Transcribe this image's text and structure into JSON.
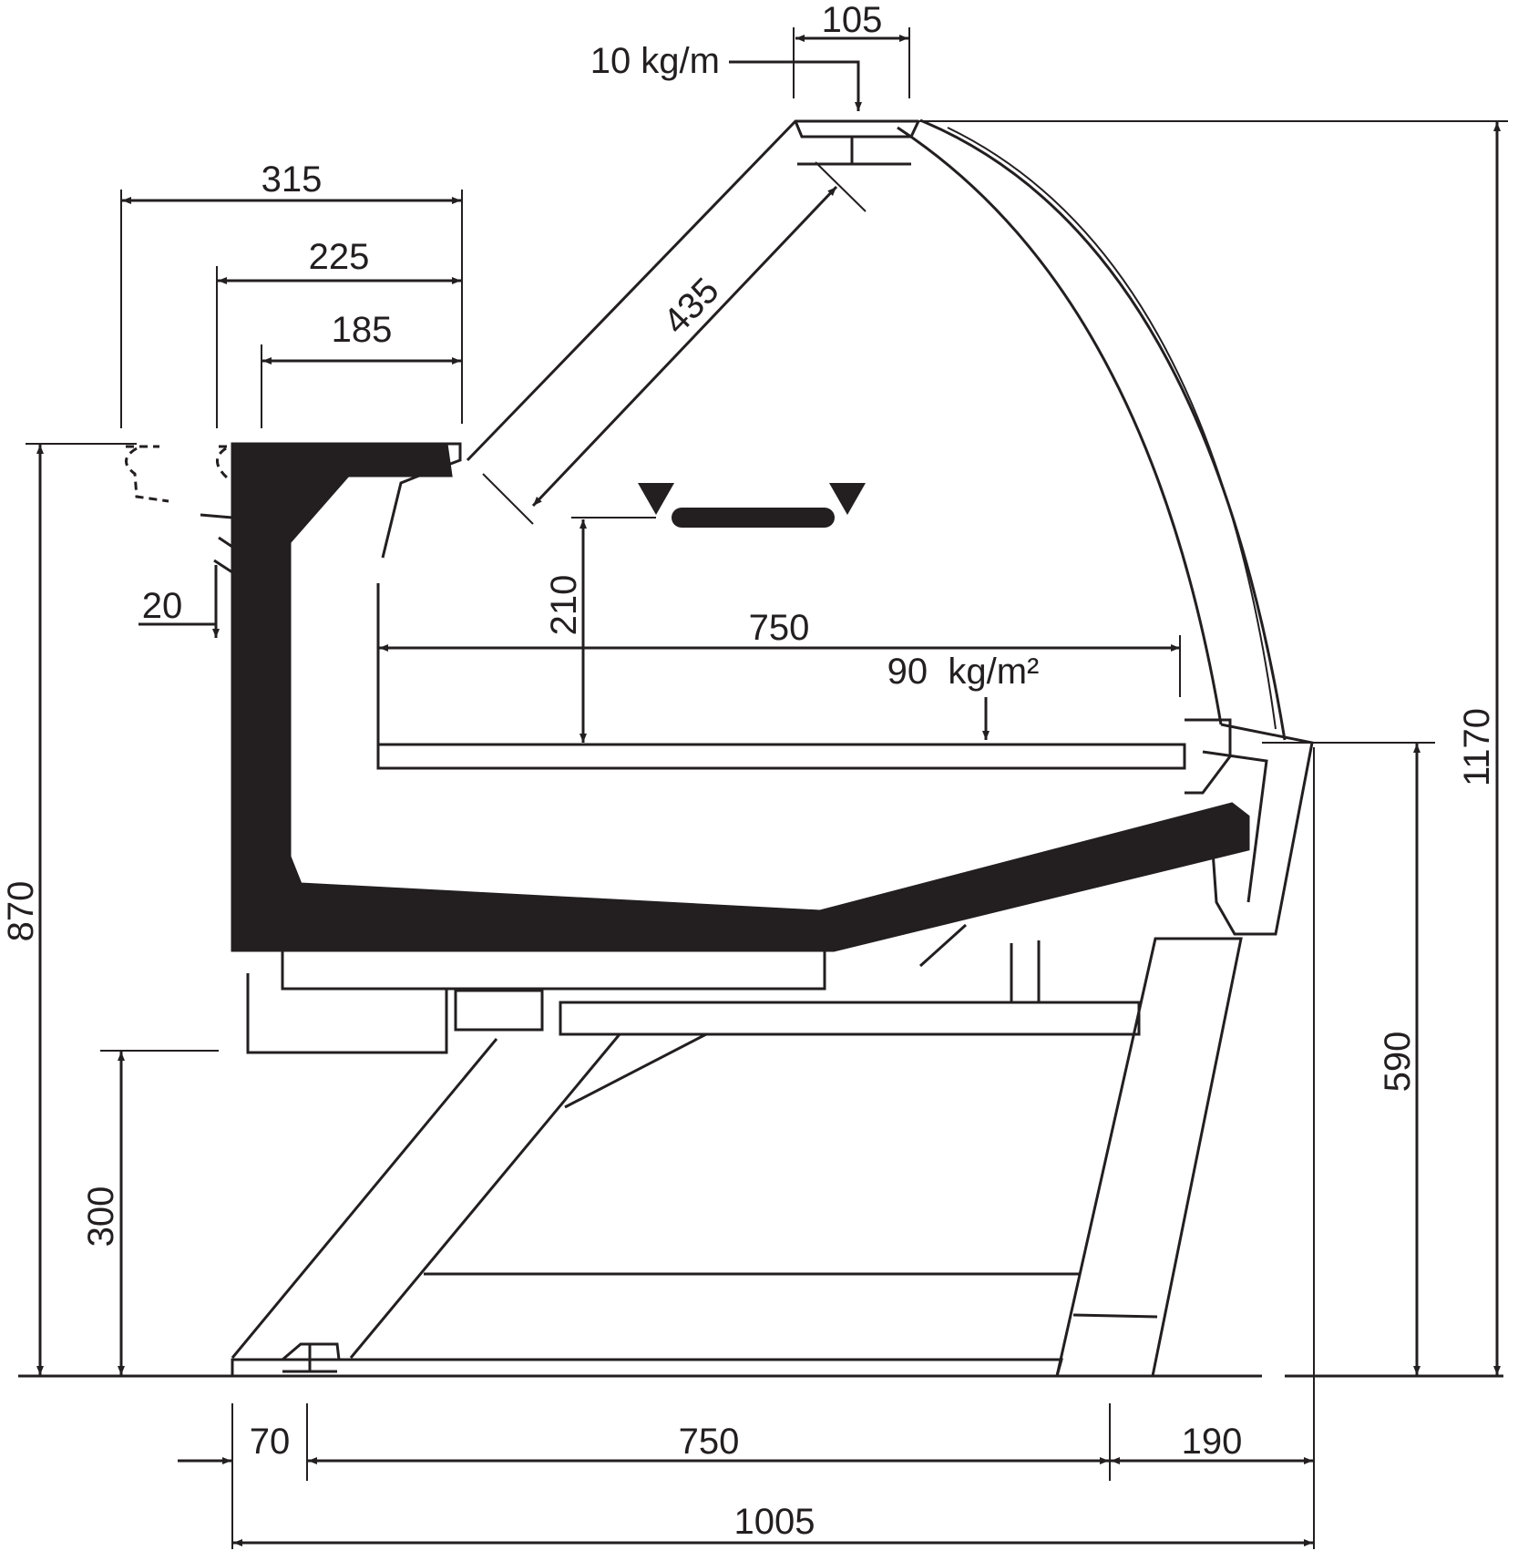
{
  "dimensions": {
    "top_glass_width": "105",
    "top_load": "10 kg/m",
    "cover_315": "315",
    "cover_225": "225",
    "cover_185": "185",
    "glass_diagonal": "435",
    "thickness_20": "20",
    "shelf_height": "210",
    "deck_depth": "750",
    "deck_load": "90  kg/m²",
    "height_870": "870",
    "height_300": "300",
    "height_590": "590",
    "height_1170": "1170",
    "bottom_70": "70",
    "bottom_750": "750",
    "bottom_190": "190",
    "total_1005": "1005"
  },
  "colors": {
    "line": "#231f20",
    "background": "#ffffff"
  }
}
